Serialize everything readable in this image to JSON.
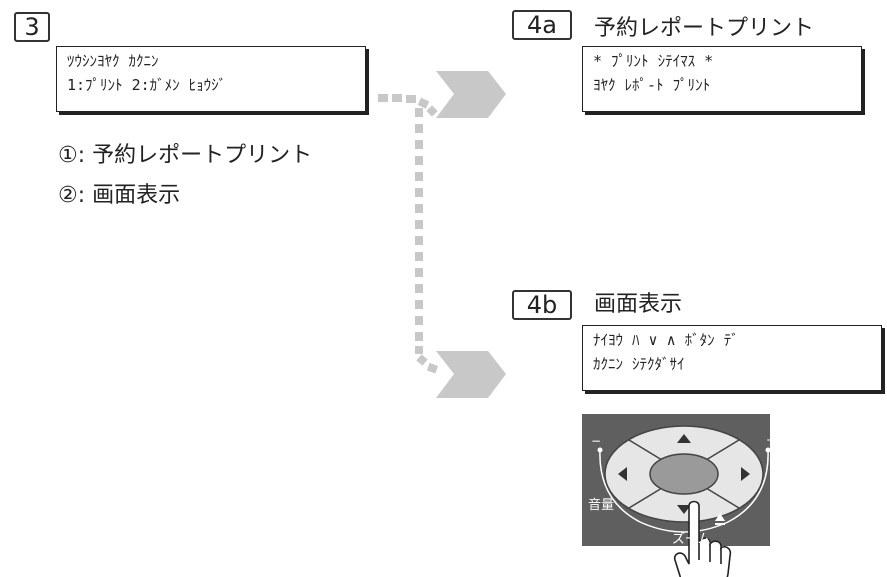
{
  "step3": {
    "tag": "3",
    "lcd_line1": "ﾂｳｼﾝﾖﾔｸ ｶｸﾆﾝ",
    "lcd_line2": "1:ﾌﾟﾘﾝﾄ 2:ｶﾞﾒﾝ ﾋｮｳｼﾞ",
    "option1": "①: 予約レポートプリント",
    "option2": "②: 画面表示"
  },
  "step4a": {
    "tag": "4a",
    "title": "予約レポートプリント",
    "lcd_line1": "* ﾌﾟﾘﾝﾄ ｼﾃｲﾏｽ *",
    "lcd_line2": "ﾖﾔｸ ﾚﾎﾟ-ﾄ ﾌﾟﾘﾝﾄ"
  },
  "step4b": {
    "tag": "4b",
    "title": "画面表示",
    "lcd_line1": "ﾅｲﾖｳ ﾊ ∨ ∧ ﾎﾞﾀﾝ ﾃﾞ",
    "lcd_line2": "ｶｸﾆﾝ ｼﾃｸﾀﾞｻｲ"
  },
  "remote": {
    "volume_label": "音量",
    "zoom_label": "ズーム",
    "minus": "−",
    "plus": "+"
  },
  "colors": {
    "connector": "#c8c8c8",
    "remote_body": "#5f5f5f",
    "remote_button": "#e6e6e6",
    "remote_center": "#9a9a9a"
  }
}
